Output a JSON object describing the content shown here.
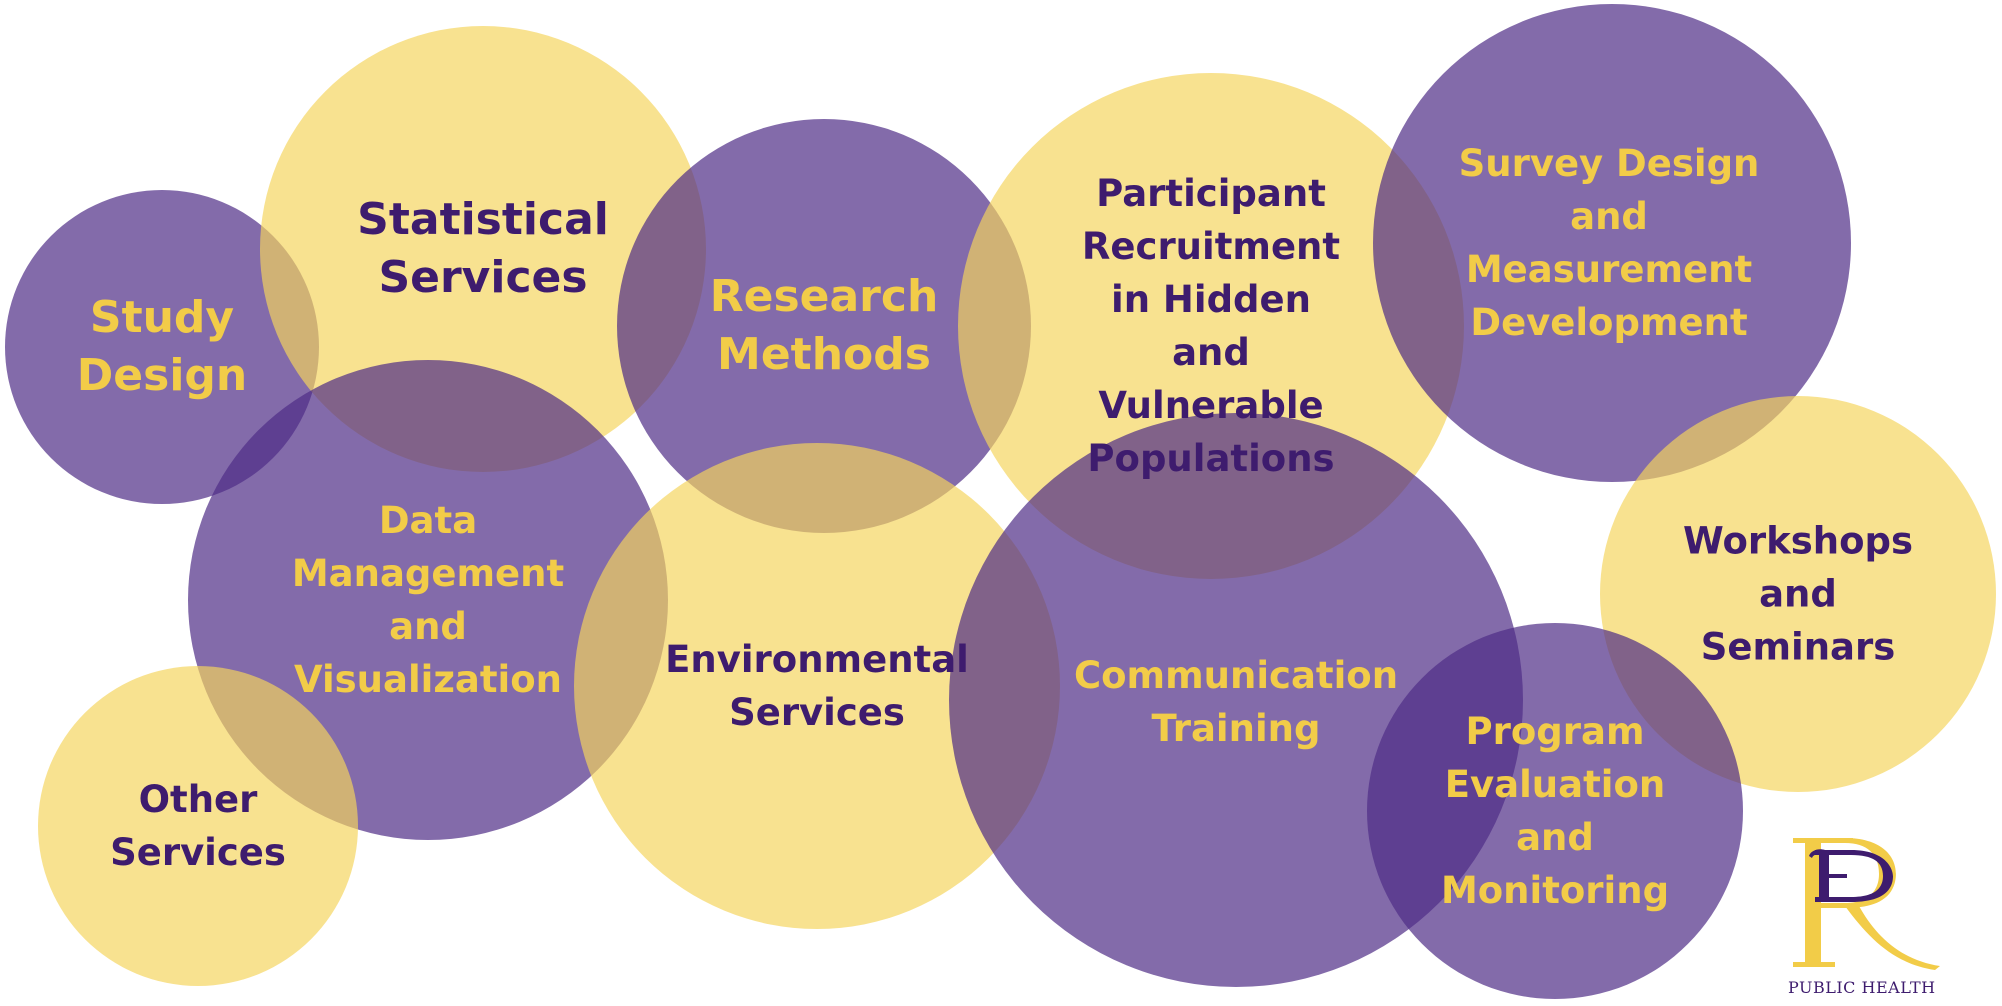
{
  "colors": {
    "yellow": "#F5D45C",
    "purple": "#4E2C86",
    "yellow_text": "#F2CC48",
    "purple_text": "#3E1C6E"
  },
  "bubbles": [
    {
      "id": "study-design",
      "fill": "purple",
      "label": "Study\nDesign"
    },
    {
      "id": "statistical-services",
      "fill": "yellow",
      "label": "Statistical\nServices"
    },
    {
      "id": "research-methods",
      "fill": "purple",
      "label": "Research\nMethods"
    },
    {
      "id": "participant-recruitment",
      "fill": "yellow",
      "label": "Participant\nRecruitment\nin Hidden\nand\nVulnerable\nPopulations"
    },
    {
      "id": "survey-design",
      "fill": "purple",
      "label": "Survey Design\nand\nMeasurement\nDevelopment"
    },
    {
      "id": "workshops-seminars",
      "fill": "yellow",
      "label": "Workshops\nand\nSeminars"
    },
    {
      "id": "data-management",
      "fill": "purple",
      "label": "Data\nManagement\nand\nVisualization"
    },
    {
      "id": "environmental-services",
      "fill": "yellow",
      "label": "Environmental\nServices"
    },
    {
      "id": "communication-training",
      "fill": "purple",
      "label": "Communication\nTraining"
    },
    {
      "id": "program-evaluation",
      "fill": "purple",
      "label": "Program\nEvaluation\nand\nMonitoring"
    },
    {
      "id": "other-services",
      "fill": "yellow",
      "label": "Other\nServices"
    }
  ],
  "logo": {
    "letters": "ER",
    "text": "PUBLIC HEALTH"
  }
}
